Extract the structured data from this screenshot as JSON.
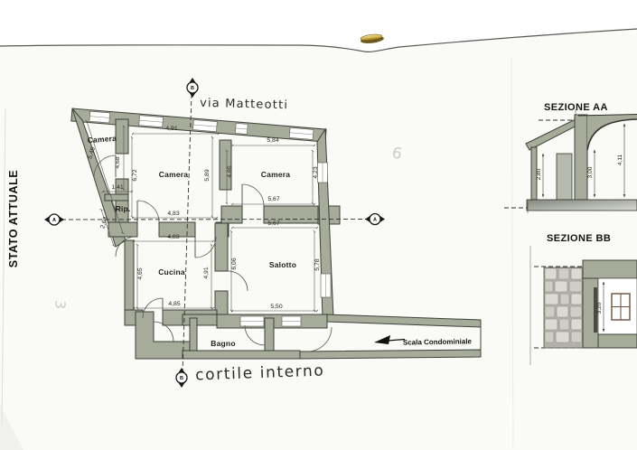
{
  "sheet": {
    "title": "STATO ATTUALE"
  },
  "plan": {
    "street_label": "via Matteotti",
    "courtyard_label": "cortile interno",
    "stair_label": "Scala Condominiale",
    "rooms": {
      "camera_left": "Camera",
      "camera_mid": "Camera",
      "camera_right": "Camera",
      "rip": "Rip.",
      "cucina": "Cucina",
      "salotto": "Salotto",
      "bagno": "Bagno"
    },
    "dims": {
      "camera_left": {
        "slant": "5,45",
        "right": "4,68",
        "width": "1,41"
      },
      "rip": {
        "slant": "2,63"
      },
      "camera_mid": {
        "top": "4,91",
        "left": "6,72",
        "right": "5,89",
        "bottom": "4,83"
      },
      "camera_right": {
        "top": "5,84",
        "left": "4,65",
        "right": "4,23",
        "bottom": "5,67"
      },
      "cucina": {
        "top": "4,83",
        "left": "4,65",
        "right": "4,91",
        "bottom": "4,85"
      },
      "salotto": {
        "top": "5,67",
        "left": "6,06",
        "right": "5,78",
        "bottom": "5,50"
      }
    }
  },
  "sections": {
    "aa": {
      "title": "SEZIONE AA",
      "dims": {
        "left_room_height": "2,80",
        "vault_spring_height": "3,00",
        "vault_peak_height": "4,11"
      }
    },
    "bb": {
      "title": "SEZIONE BB",
      "dims": {
        "room_height": "3,20"
      }
    }
  },
  "section_markers": {
    "aa": "A",
    "bb": "B"
  },
  "handwritten": {
    "mark_left": "3",
    "mark_right": "6"
  },
  "colors": {
    "wall_fill": "#a6ab9a",
    "paper": "#fafaf7",
    "ink": "#2e2e2c",
    "clip_gold": "#d9b84a"
  }
}
